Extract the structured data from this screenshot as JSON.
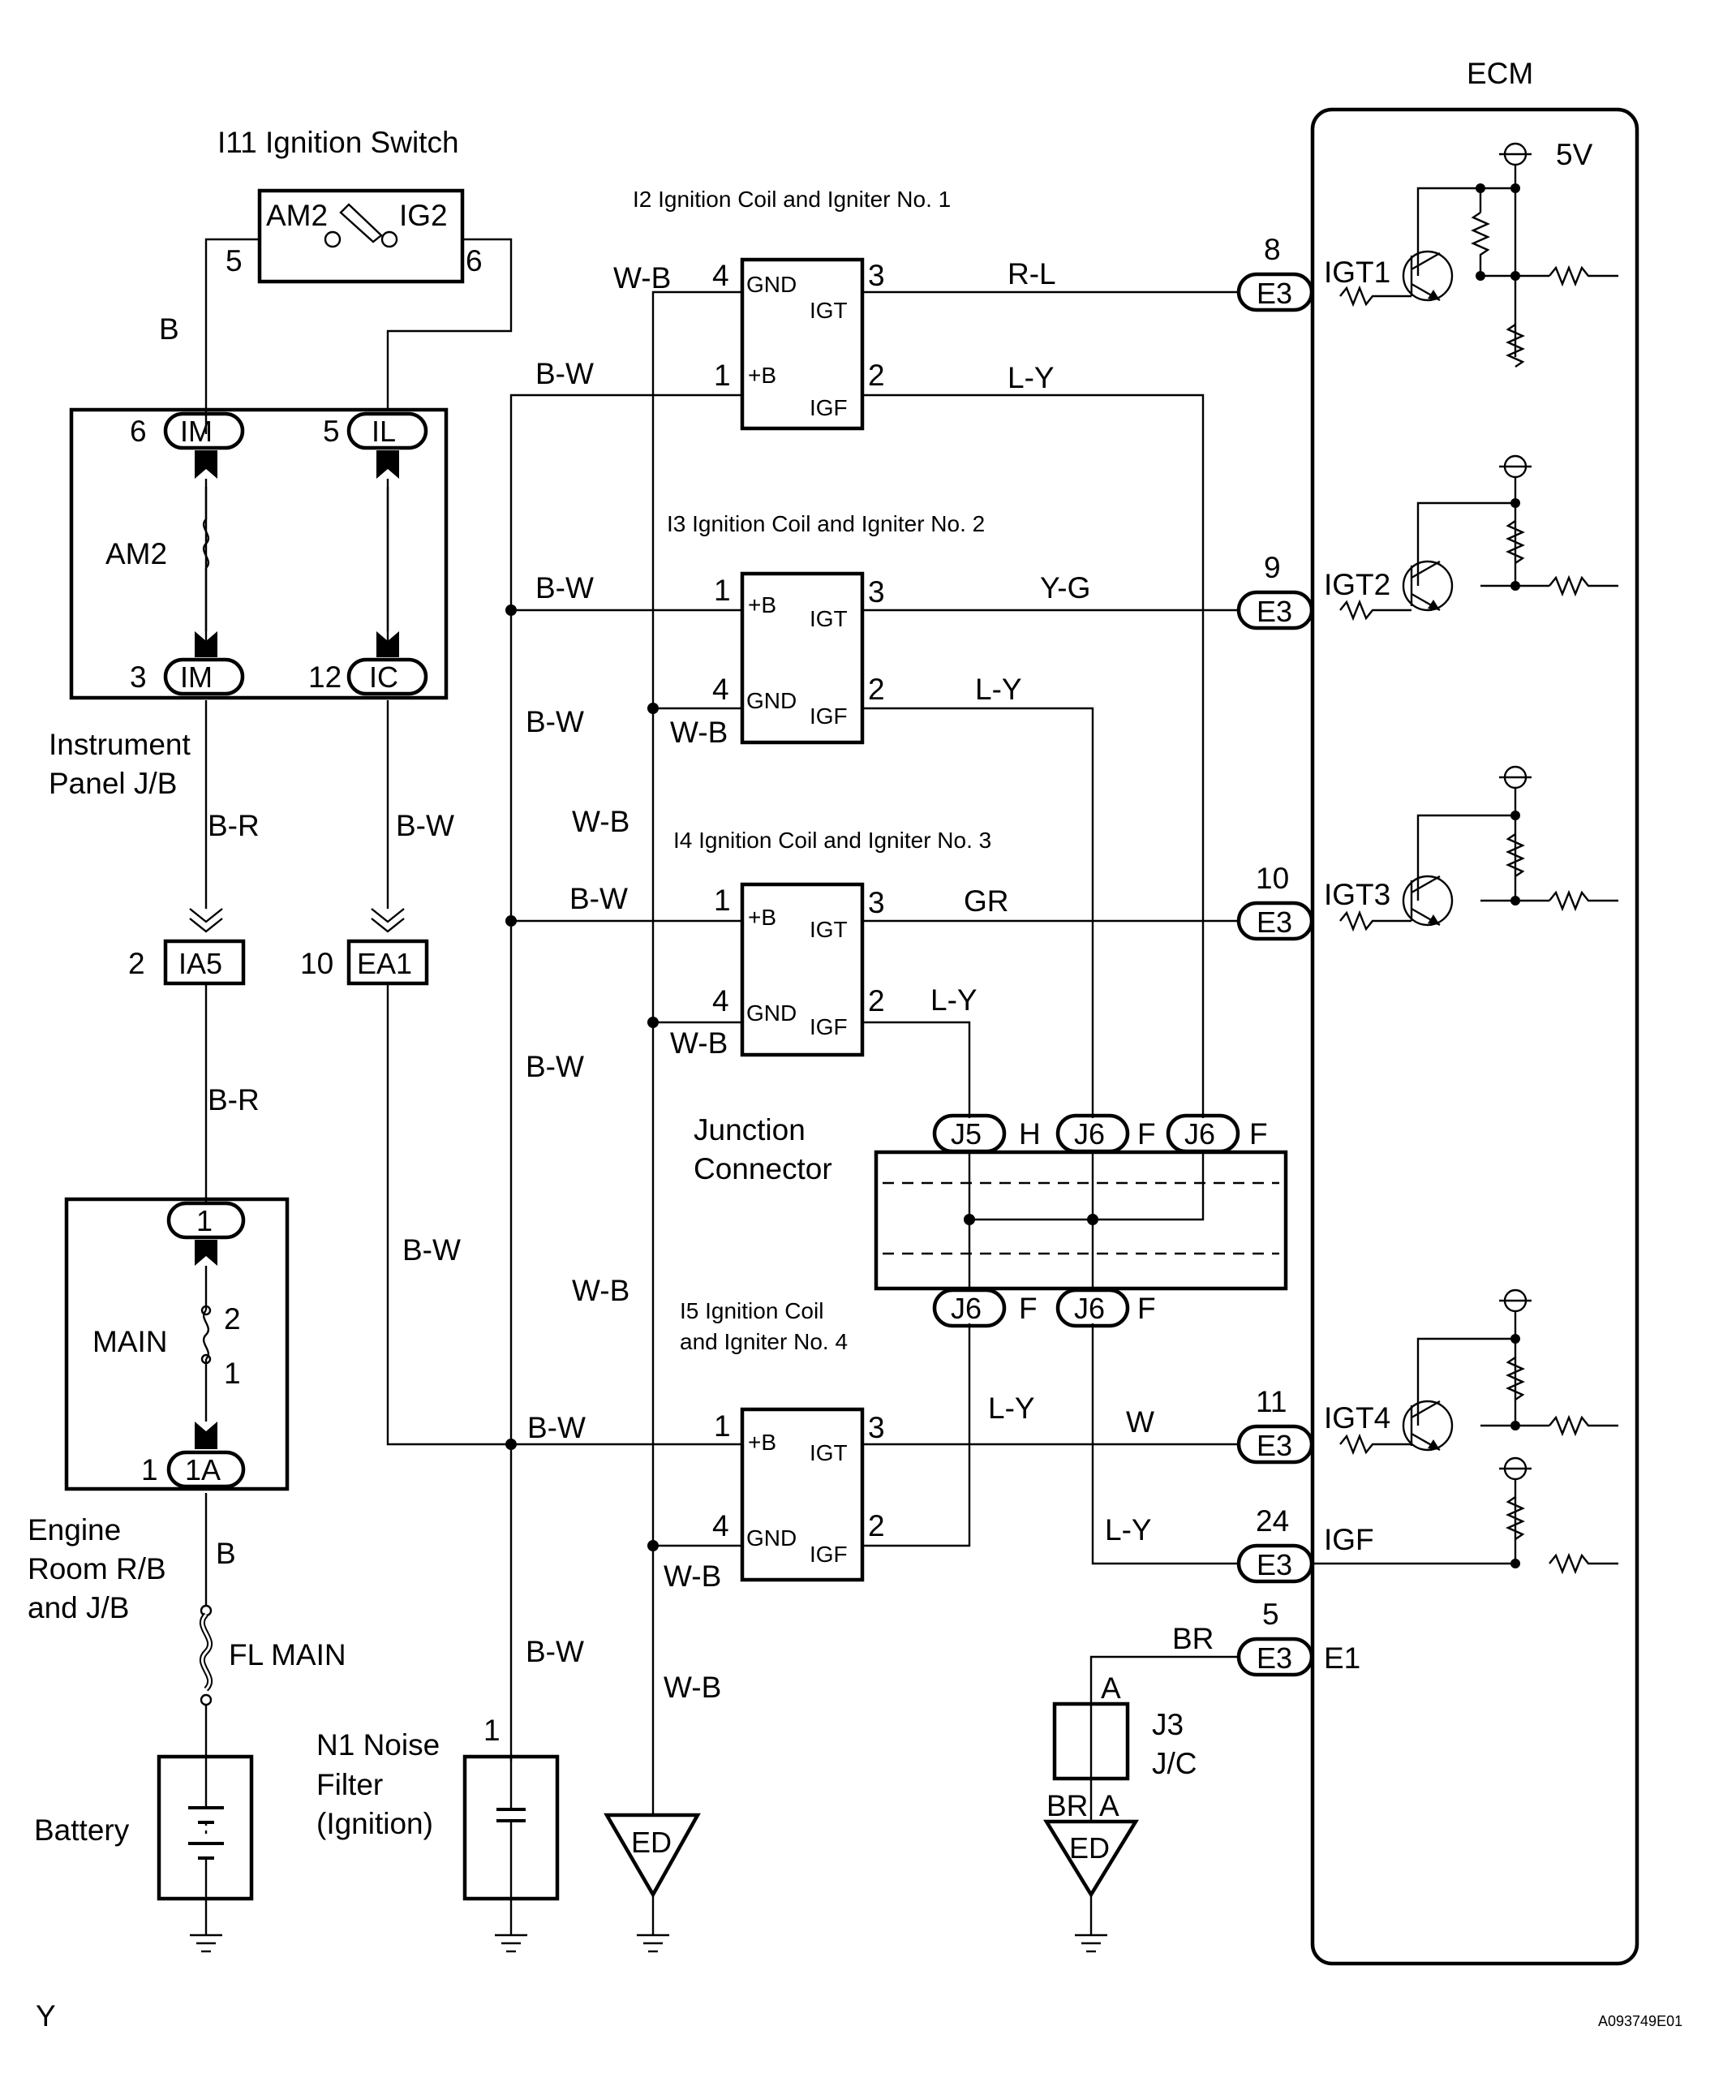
{
  "ecm": {
    "title": "ECM",
    "supply": "5V",
    "igt1": "IGT1",
    "igt2": "IGT2",
    "igt3": "IGT3",
    "igt4": "IGT4",
    "igf": "IGF",
    "e1": "E1"
  },
  "ignition_switch": {
    "title": "I11  Ignition Switch",
    "left_contact": "AM2",
    "right_contact": "IG2",
    "left_pin": "5",
    "right_pin": "6"
  },
  "coils": [
    {
      "title": "I2  Ignition Coil and Igniter No. 1"
    },
    {
      "title": "I3  Ignition Coil and Igniter No. 2"
    },
    {
      "title": "I4 Ignition Coil and Igniter No. 3"
    },
    {
      "title_line1": "I5  Ignition Coil",
      "title_line2": "and Igniter No. 4"
    }
  ],
  "coil_terms": {
    "gnd": "GND",
    "plus_b": "+B",
    "igt": "IGT",
    "igf": "IGF"
  },
  "pins": {
    "p1": "1",
    "p2": "2",
    "p3": "3",
    "p4": "4"
  },
  "wires": {
    "b": "B",
    "b_w": "B-W",
    "w_b": "W-B",
    "b_r": "B-R",
    "r_l": "R-L",
    "l_y": "L-Y",
    "y_g": "Y-G",
    "gr": "GR",
    "w": "W",
    "br": "BR"
  },
  "ip_jb": {
    "label_line1": "Instrument",
    "label_line2": "Panel J/B",
    "fuse": "AM2",
    "im": "IM",
    "il": "IL",
    "ic": "IC",
    "pin_im_top": "6",
    "pin_il": "5",
    "pin_im_bottom": "3",
    "pin_ic": "12"
  },
  "connectors": {
    "ia5": "IA5",
    "ia5_pin": "2",
    "ea1": "EA1",
    "ea1_pin": "10"
  },
  "engine_rb": {
    "label_line1": "Engine",
    "label_line2": "Room R/B",
    "label_line3": "and J/B",
    "fuse": "MAIN",
    "fuse_pin_top": "2",
    "fuse_pin_bottom": "1",
    "top_conn": "1",
    "bottom_conn": "1A",
    "bottom_conn_pin": "1",
    "fusible_link": "FL MAIN"
  },
  "battery": {
    "label": "Battery"
  },
  "noise_filter": {
    "line1": "N1 Noise",
    "line2": "Filter",
    "line3": "(Ignition)",
    "pin": "1"
  },
  "ground": {
    "ed": "ED"
  },
  "junction_connector": {
    "label_line1": "Junction",
    "label_line2": "Connector",
    "j5": "J5",
    "j6": "J6",
    "h": "H",
    "f": "F"
  },
  "jc": {
    "label1": "J3",
    "label2": "J/C",
    "a": "A"
  },
  "ecm_pins": {
    "e3": "E3",
    "p8": "8",
    "p9": "9",
    "p10": "10",
    "p11": "11",
    "p24": "24",
    "p5": "5"
  },
  "footer": {
    "left": "Y",
    "code": "A093749E01"
  }
}
